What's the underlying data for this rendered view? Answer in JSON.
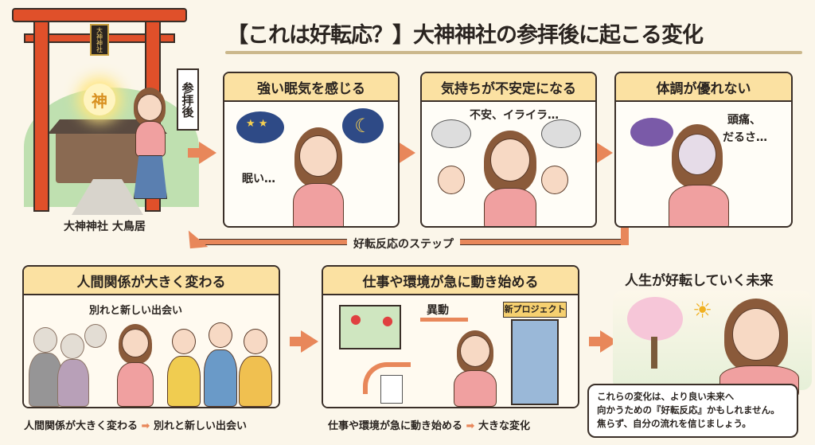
{
  "title": "【これは好転応？】大神神社の参拝後に起こる変化",
  "shrine": {
    "caption": "大神神社 大鳥居",
    "label": "参拝後",
    "plaque": "大神神社",
    "emblem": "神"
  },
  "step_label": "好転反応のステップ",
  "panels": [
    {
      "title": "強い眠気を感じる",
      "text": "眠い…"
    },
    {
      "title": "気持ちが不安定になる",
      "text": "不安、イライラ…"
    },
    {
      "title": "体調が優れない",
      "text": "頭痛、\nだるさ…",
      "text_line1": "頭痛、",
      "text_line2": "だるさ…"
    },
    {
      "title": "人間関係が大きく変わる",
      "text": "別れと新しい出会い"
    },
    {
      "title": "仕事や環境が急に動き始める",
      "move": "異動",
      "sign": "新プロジェクト"
    }
  ],
  "captions": [
    {
      "left": "人間関係が大きく変わる",
      "right": "別れと新しい出会い"
    },
    {
      "left": "仕事や環境が急に動き始める",
      "right": "大きな変化"
    }
  ],
  "arrow_glyph": "➡",
  "future": {
    "title": "人生が好転していく未来",
    "lines": [
      "これらの変化は、より良い未来へ",
      "向かうための『好転反応』かもしれません。",
      "焦らず、自分の流れを信じましょう。"
    ]
  },
  "colors": {
    "accent": "#e8875a",
    "header": "#fbe1a2",
    "torii": "#e0502a",
    "background": "#fbf6ea"
  }
}
